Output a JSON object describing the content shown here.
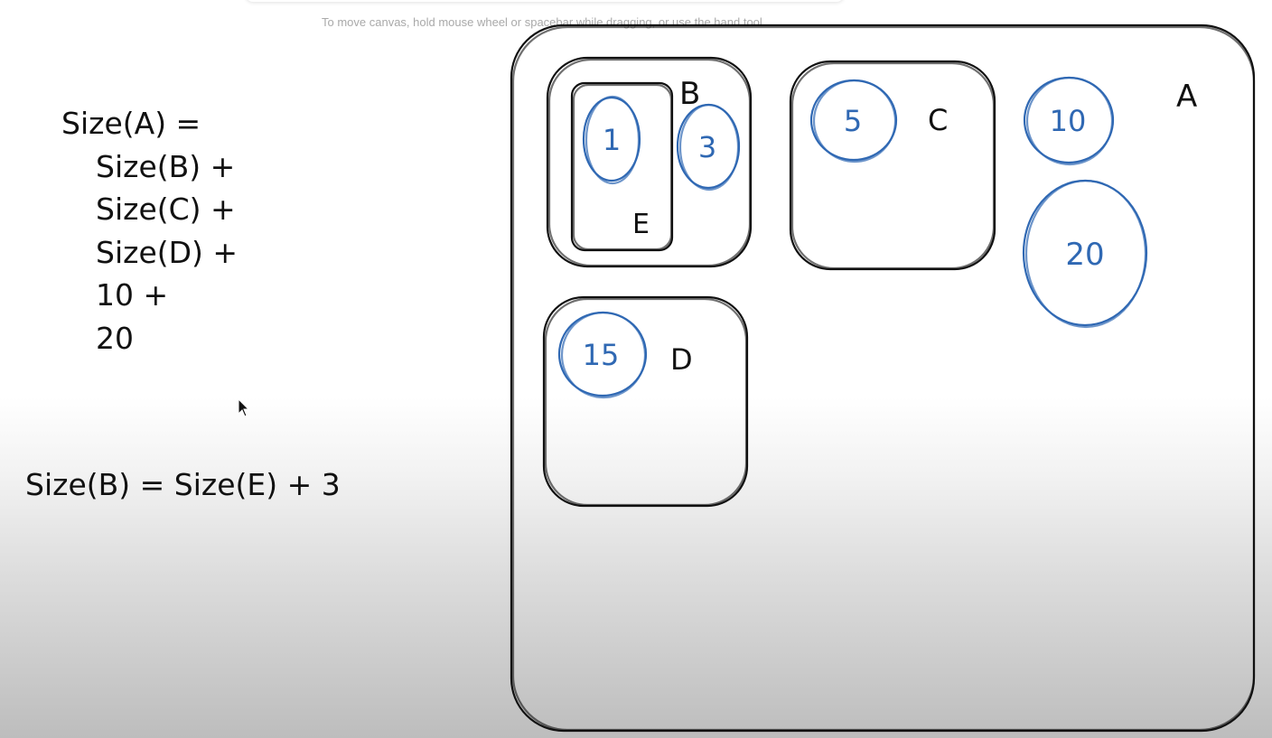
{
  "canvas_hint": "To move canvas, hold mouse wheel or spacebar while dragging, or use the hand tool",
  "formula_a": {
    "lines": [
      "Size(A) =",
      "Size(B) +",
      "Size(C) +",
      "Size(D) +",
      "10 +",
      "20"
    ]
  },
  "formula_b": "Size(B) = Size(E) + 3",
  "labels": {
    "a": "A",
    "b": "B",
    "c": "C",
    "d": "D",
    "e": "E"
  },
  "values": {
    "e1": "1",
    "b3": "3",
    "c5": "5",
    "a10": "10",
    "a20": "20",
    "d15": "15"
  },
  "colors": {
    "ink": "#111111",
    "blue_ink": "#2f68b3"
  }
}
